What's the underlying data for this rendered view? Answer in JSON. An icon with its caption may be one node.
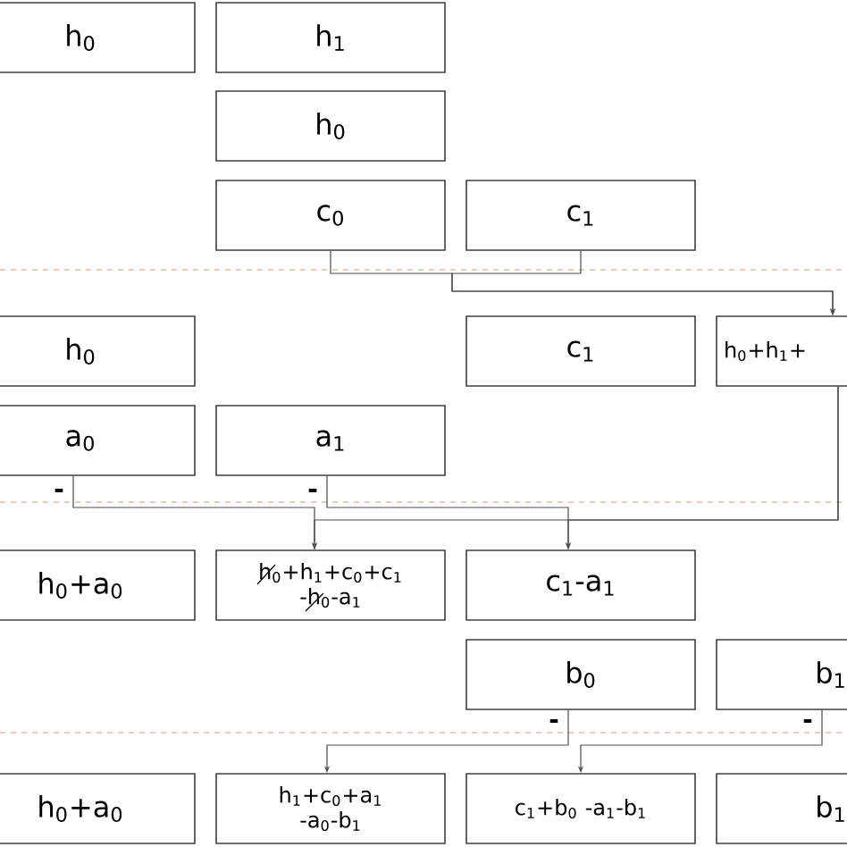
{
  "diagram": {
    "nodes": [
      {
        "text": [
          "h$_{0}$"
        ]
      },
      {
        "text": [
          "h$_{1}$"
        ]
      },
      {
        "text": [
          "h$_{0}$"
        ]
      },
      {
        "text": [
          "c$_{0}$"
        ]
      },
      {
        "text": [
          "c$_{1}$"
        ]
      },
      {
        "text": [
          "h$_{0}$"
        ]
      },
      {
        "text": [
          "c$_{1}$"
        ]
      },
      {
        "text": [
          "h$_{0}$+h$_{1}$+"
        ]
      },
      {
        "text": [
          "a$_{0}$"
        ]
      },
      {
        "text": [
          "a$_{1}$"
        ]
      },
      {
        "text": [
          "h$_{0}$+a$_{0}$"
        ]
      },
      {
        "text": [
          "h$_{0}$+h$_{1}$+c$_{0}$+c$_{1}$ -h$_{0}$-a$_{1}$"
        ]
      },
      {
        "text": [
          "c$_{1}$-a$_{1}$"
        ]
      },
      {
        "text": [
          "b$_{0}$"
        ]
      },
      {
        "text": [
          "b$_{1}$"
        ]
      },
      {
        "text": [
          "h$_{0}$+a$_{0}$"
        ]
      },
      {
        "text": [
          "h$_{1}$+c$_{0}$+a$_{1}$ -a$_{0}$-b$_{1}$"
        ]
      },
      {
        "text": [
          "c$_{1}$+b$_{0}$ -a$_{1}$-b$_{1}$"
        ]
      },
      {
        "text": [
          "b$_{1}$"
        ]
      }
    ],
    "edges": [
      {
        "from": 3,
        "to": 7,
        "arrow": "to"
      },
      {
        "from": 4,
        "to": 7,
        "arrow": "to"
      },
      {
        "from": 8,
        "to": 11,
        "arrow": "to",
        "label": "-"
      },
      {
        "from": 9,
        "to": 12,
        "arrow": "to",
        "label": "-"
      },
      {
        "from": 7,
        "to": 11,
        "arrow": "to"
      },
      {
        "from": 7,
        "to": 12,
        "arrow": "to"
      },
      {
        "from": 13,
        "to": 16,
        "arrow": "to",
        "label": "-"
      },
      {
        "from": 14,
        "to": 17,
        "arrow": "to",
        "label": "-"
      }
    ]
  }
}
